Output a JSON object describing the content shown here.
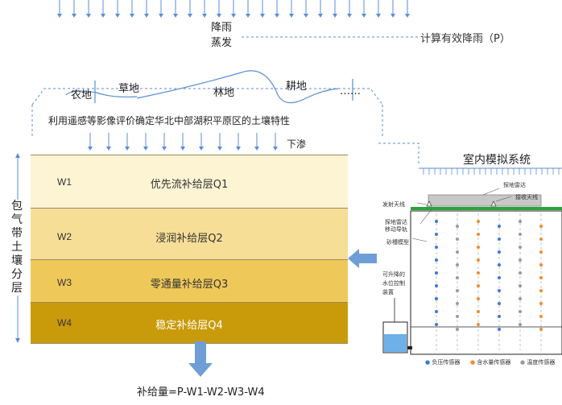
{
  "top": {
    "rain_evap": "降雨\n蒸发",
    "effective_rain": "计算有效降雨（P）",
    "infiltration": "下渗",
    "land_note": "利用遥感等影像评价确定华北中部湖积平原区的土壤特性"
  },
  "land_uses": [
    "农地",
    "草地",
    "林地",
    "耕地",
    "……"
  ],
  "side_label": "包气带土壤分层",
  "layers": [
    {
      "id": "W1",
      "name": "优先流补给层Q1",
      "color": "#fdf4d3"
    },
    {
      "id": "W2",
      "name": "浸润补给层Q2",
      "color": "#f7de96"
    },
    {
      "id": "W3",
      "name": "零通量补给层Q3",
      "color": "#efc85a"
    },
    {
      "id": "W4",
      "name": "稳定补给层Q4",
      "color": "#c99a0a"
    }
  ],
  "formula": "补给量=P-W1-W2-W3-W4",
  "sim": {
    "title": "室内模拟系统",
    "radar_rail": "探地雷达",
    "recv_antenna": "接收天线",
    "emit_antenna": "发射天线",
    "radar_slide": "探地雷达\n移动导轨",
    "sand_model": "砂槽模型",
    "water_ctrl": "可升降的\n水位控制\n装置",
    "legend": [
      {
        "label": "负压传感器",
        "color": "#3a7bd5"
      },
      {
        "label": "含水量传感器",
        "color": "#f08c2e"
      },
      {
        "label": "温度传感器",
        "color": "#9a9a9a"
      }
    ]
  }
}
